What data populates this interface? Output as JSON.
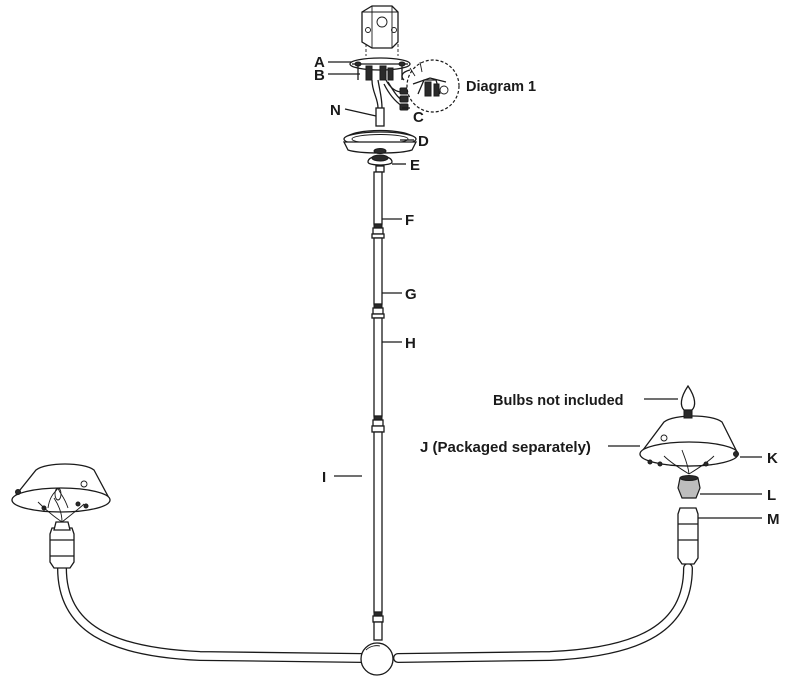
{
  "labels": {
    "A": "A",
    "B": "B",
    "C": "C",
    "D": "D",
    "E": "E",
    "F": "F",
    "G": "G",
    "H": "H",
    "I": "I",
    "J": "J (Packaged separately)",
    "K": "K",
    "L": "L",
    "M": "M",
    "N": "N"
  },
  "callouts": {
    "diagram_1": "Diagram 1",
    "bulbs_note": "Bulbs not included"
  }
}
